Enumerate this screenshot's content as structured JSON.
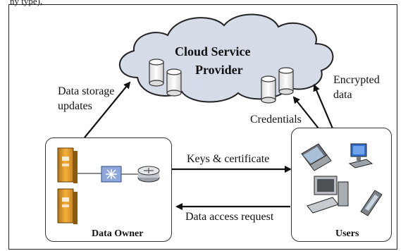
{
  "caption_fragment": "ny            type),",
  "cloud": {
    "title_line1": "Cloud Service",
    "title_line2": "Provider"
  },
  "owner": {
    "label": "Data Owner"
  },
  "users": {
    "label": "Users"
  },
  "edges": {
    "storage_line1": "Data storage",
    "storage_line2": "updates",
    "encrypted_line1": "Encrypted",
    "encrypted_line2": "data",
    "credentials": "Credentials",
    "keys": "Keys & certificate",
    "access": "Data access request"
  },
  "colors": {
    "cloud_fill": "#d6dbe8",
    "server_orange": "#f0a12b",
    "router_blue": "#8ea8dc",
    "ink": "#111111"
  }
}
